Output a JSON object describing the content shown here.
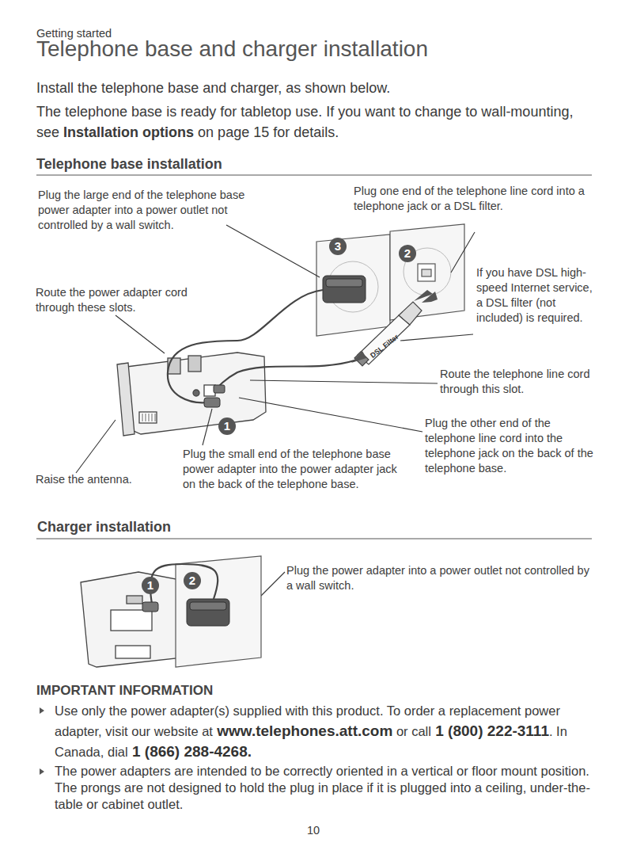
{
  "diagram": {
    "title": "Telephone base and charger installation",
    "labels": [
      "Getting started",
      "Install the telephone base and charger, as shown below.",
      "The telephone base is ready for tabletop use. If you want to change to wall-mounting, see",
      "Installation options",
      "on page 15 for details.",
      "Telephone base installation",
      "Plug the large end of the telephone base power adapter into a power outlet not controlled by a wall switch.",
      "Plug one end of the telephone line cord into a telephone jack or a DSL filter.",
      "If you have DSL high-speed Internet service, a DSL filter (not included) is required.",
      "Route the power adapter cord through these slots.",
      "3",
      "2",
      "DSL Filter",
      "Route the telephone line cord through this slot.",
      "1",
      "Plug the other end of the telephone line cord into the telephone jack on the back of the telephone base.",
      "Raise the antenna.",
      "Plug the small end of the telephone base power adapter into the power adapter jack on the back of the telephone base.",
      "Charger installation",
      "1",
      "2",
      "Plug the power adapter into a power outlet not controlled by a wall switch.",
      "IMPORTANT INFORMATION",
      "Use only the power adapter(s) supplied with this product. To order a replacement power adapter, visit our website at",
      "www.telephones.att.com",
      "or call",
      "1 (800) 222-3111",
      ". In Canada, dial",
      "1 (866) 288-4268.",
      "The power adapters are intended to be correctly oriented in a vertical or floor mount position. The prongs are not designed to hold the plug in place if it is plugged into a ceiling, under-the-table or cabinet outlet.",
      "10"
    ]
  }
}
